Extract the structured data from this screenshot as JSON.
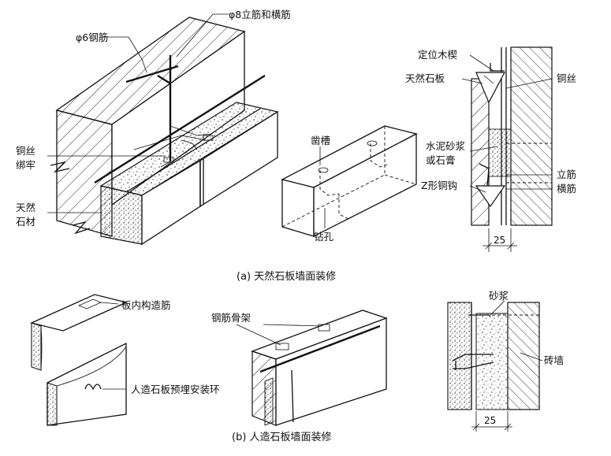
{
  "labels": {
    "phi8": "φ8立筋和横筋",
    "phi6": "φ6钢筋",
    "wire_tie_1": "铜丝",
    "wire_tie_2": "绑牢",
    "natural_stone_1": "天然",
    "natural_stone_2": "石材",
    "groove": "凿槽",
    "drill_hole": "钻孔",
    "wedge": "定位木楔",
    "stone_slab": "天然石板",
    "copper_wire": "铜丝",
    "mortar_1": "水泥砂浆",
    "mortar_2": "或石膏",
    "z_hook": "Z形铜钩",
    "vertical_rod": "立筋",
    "horizontal_rod": "横筋",
    "dim_a": "25",
    "inner_rebar": "板内构造筋",
    "install_ring": "人造石板预埋安装环",
    "rebar_frame": "钢筋骨架",
    "mortar_b": "砂浆",
    "brick_wall": "砖墙",
    "dim_b": "25"
  },
  "captions": {
    "a": "(a) 天然石板墙面装修",
    "b": "(b) 人造石板墙面装修"
  }
}
